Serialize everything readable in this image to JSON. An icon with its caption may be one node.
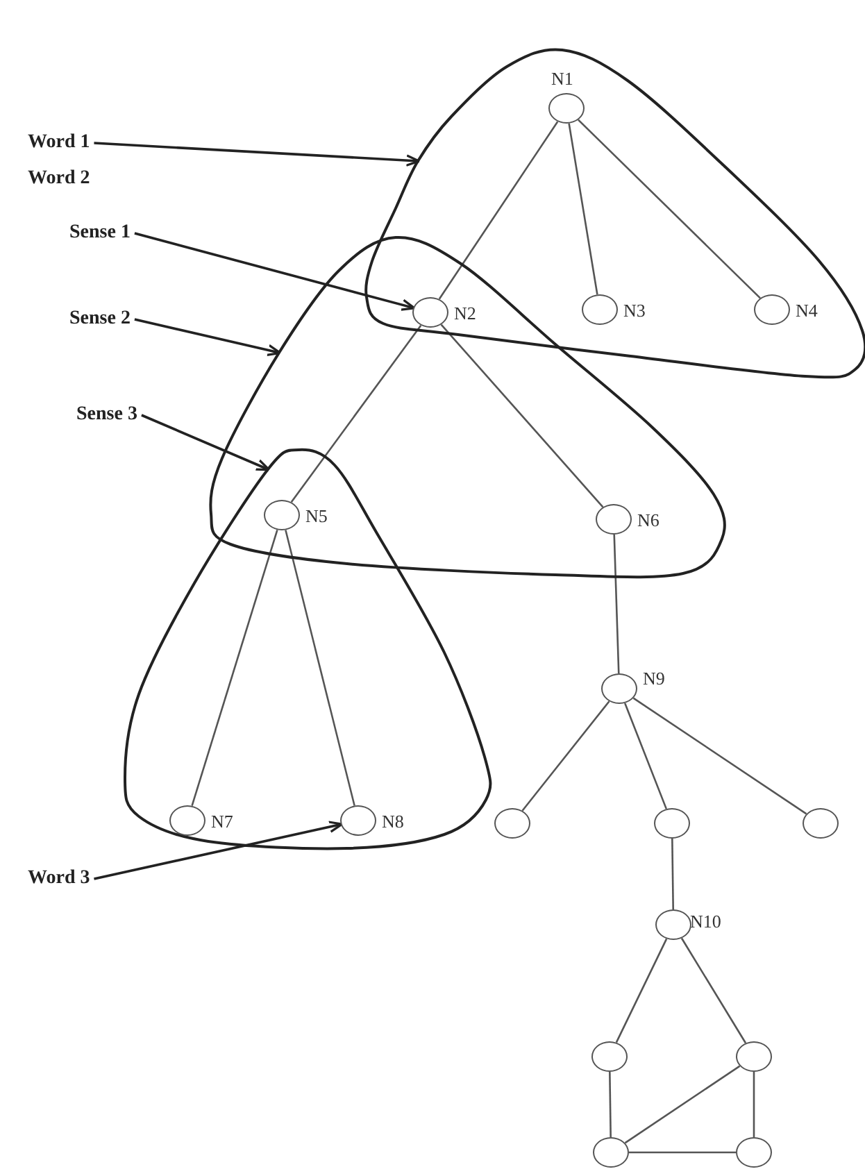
{
  "diagram": {
    "nodes": [
      {
        "text": [
          "Word 1"
        ]
      },
      {
        "text": [],
        "shape": "triangle"
      },
      {
        "text": [],
        "shape": "circle",
        "beside": [
          "N1"
        ],
        "in": 1
      },
      {
        "text": [
          "Sense 1"
        ]
      },
      {
        "text": [],
        "shape": "triangle"
      },
      {
        "text": [],
        "shape": "circle",
        "beside": [
          "N2"
        ]
      },
      {
        "text": [],
        "shape": "circle",
        "beside": [
          "N3"
        ],
        "in": 1
      },
      {
        "text": [],
        "shape": "circle",
        "beside": [
          "N4"
        ],
        "in": 1
      },
      {
        "text": [
          "Sense 2"
        ]
      },
      {
        "text": [
          "Sense 3"
        ]
      },
      {
        "text": [],
        "shape": "triangle"
      },
      {
        "text": [],
        "shape": "circle",
        "beside": [
          "N5"
        ]
      },
      {
        "text": [],
        "shape": "circle",
        "beside": [
          "N6"
        ],
        "in": 4
      },
      {
        "text": [],
        "shape": "circle",
        "beside": [
          "N9"
        ]
      },
      {
        "text": [],
        "shape": "circle",
        "beside": [
          "N7"
        ],
        "in": 10
      },
      {
        "text": [],
        "shape": "circle",
        "beside": [
          "N8"
        ],
        "in": 10
      },
      {
        "text": [],
        "shape": "circle"
      },
      {
        "text": [],
        "shape": "circle"
      },
      {
        "text": [],
        "shape": "circle"
      },
      {
        "text": [
          "Word 3"
        ]
      },
      {
        "text": [],
        "shape": "circle",
        "beside": [
          "N10"
        ]
      },
      {
        "text": [],
        "shape": "circle"
      },
      {
        "text": [],
        "shape": "circle"
      },
      {
        "text": [],
        "shape": "circle"
      },
      {
        "text": [],
        "shape": "circle"
      }
    ],
    "edges": [
      {
        "from": 0,
        "to": 1,
        "arrow": "to"
      },
      {
        "from": 3,
        "to": 5,
        "arrow": "to"
      },
      {
        "from": 8,
        "to": 4,
        "arrow": "to"
      },
      {
        "from": 9,
        "to": 10,
        "arrow": "to"
      },
      {
        "from": 19,
        "to": 15,
        "arrow": "to"
      },
      {
        "from": 2,
        "to": 5,
        "arrow": "none"
      },
      {
        "from": 2,
        "to": 6,
        "arrow": "none"
      },
      {
        "from": 2,
        "to": 7,
        "arrow": "none"
      },
      {
        "from": 5,
        "to": 11,
        "arrow": "none"
      },
      {
        "from": 5,
        "to": 12,
        "arrow": "none"
      },
      {
        "from": 11,
        "to": 14,
        "arrow": "none"
      },
      {
        "from": 11,
        "to": 15,
        "arrow": "none"
      },
      {
        "from": 12,
        "to": 13,
        "arrow": "none"
      },
      {
        "from": 13,
        "to": 16,
        "arrow": "none"
      },
      {
        "from": 13,
        "to": 17,
        "arrow": "none"
      },
      {
        "from": 13,
        "to": 18,
        "arrow": "none"
      },
      {
        "from": 17,
        "to": 20,
        "arrow": "none"
      },
      {
        "from": 20,
        "to": 21,
        "arrow": "none"
      },
      {
        "from": 20,
        "to": 22,
        "arrow": "none"
      },
      {
        "from": 21,
        "to": 23,
        "arrow": "none"
      },
      {
        "from": 22,
        "to": 24,
        "arrow": "none"
      },
      {
        "from": 22,
        "to": 23,
        "arrow": "none"
      },
      {
        "from": 23,
        "to": 24,
        "arrow": "none"
      }
    ],
    "labels": [
      "Word 2"
    ]
  }
}
